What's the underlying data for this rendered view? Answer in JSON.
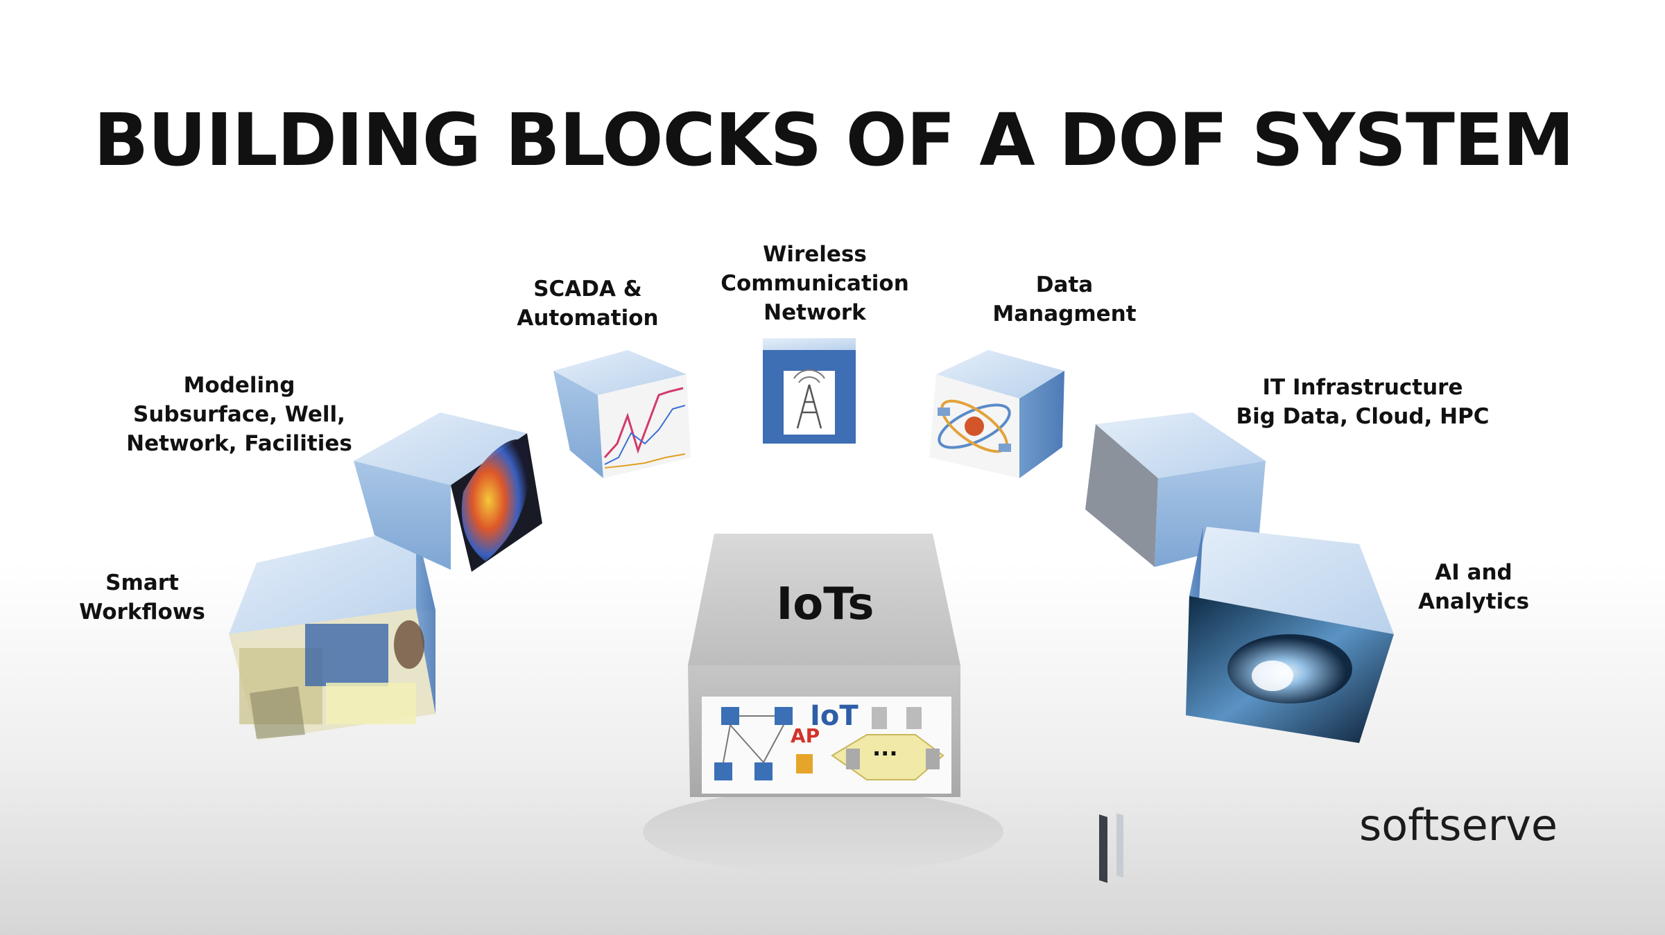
{
  "slide": {
    "title": "BUILDING BLOCKS OF A DOF SYSTEM",
    "center_block": {
      "label": "IoTs",
      "image_caption": "IoT",
      "image_ap": "AP",
      "image_dots": "..."
    },
    "blocks": [
      {
        "id": "smart-workflows",
        "lines": [
          "Smart",
          "Workflows"
        ]
      },
      {
        "id": "modeling",
        "lines": [
          "Modeling",
          "Subsurface, Well,",
          "Network, Facilities"
        ]
      },
      {
        "id": "scada",
        "lines": [
          "SCADA &",
          "Automation"
        ]
      },
      {
        "id": "wireless",
        "lines": [
          "Wireless",
          "Communication",
          "Network"
        ]
      },
      {
        "id": "data-managment",
        "lines": [
          "Data",
          "Managment"
        ]
      },
      {
        "id": "it-infrastructure",
        "lines": [
          "IT Infrastructure",
          "Big Data, Cloud, HPC"
        ]
      },
      {
        "id": "ai-analytics",
        "lines": [
          "AI and",
          "Analytics"
        ]
      }
    ],
    "logo": {
      "part1": "soft",
      "part2": "serve"
    },
    "colors": {
      "cube_top": "#cfe2f6",
      "cube_front": "#8fb4dc",
      "cube_side": "#5f8cc4",
      "center_cube": "#c8c8c8"
    }
  }
}
